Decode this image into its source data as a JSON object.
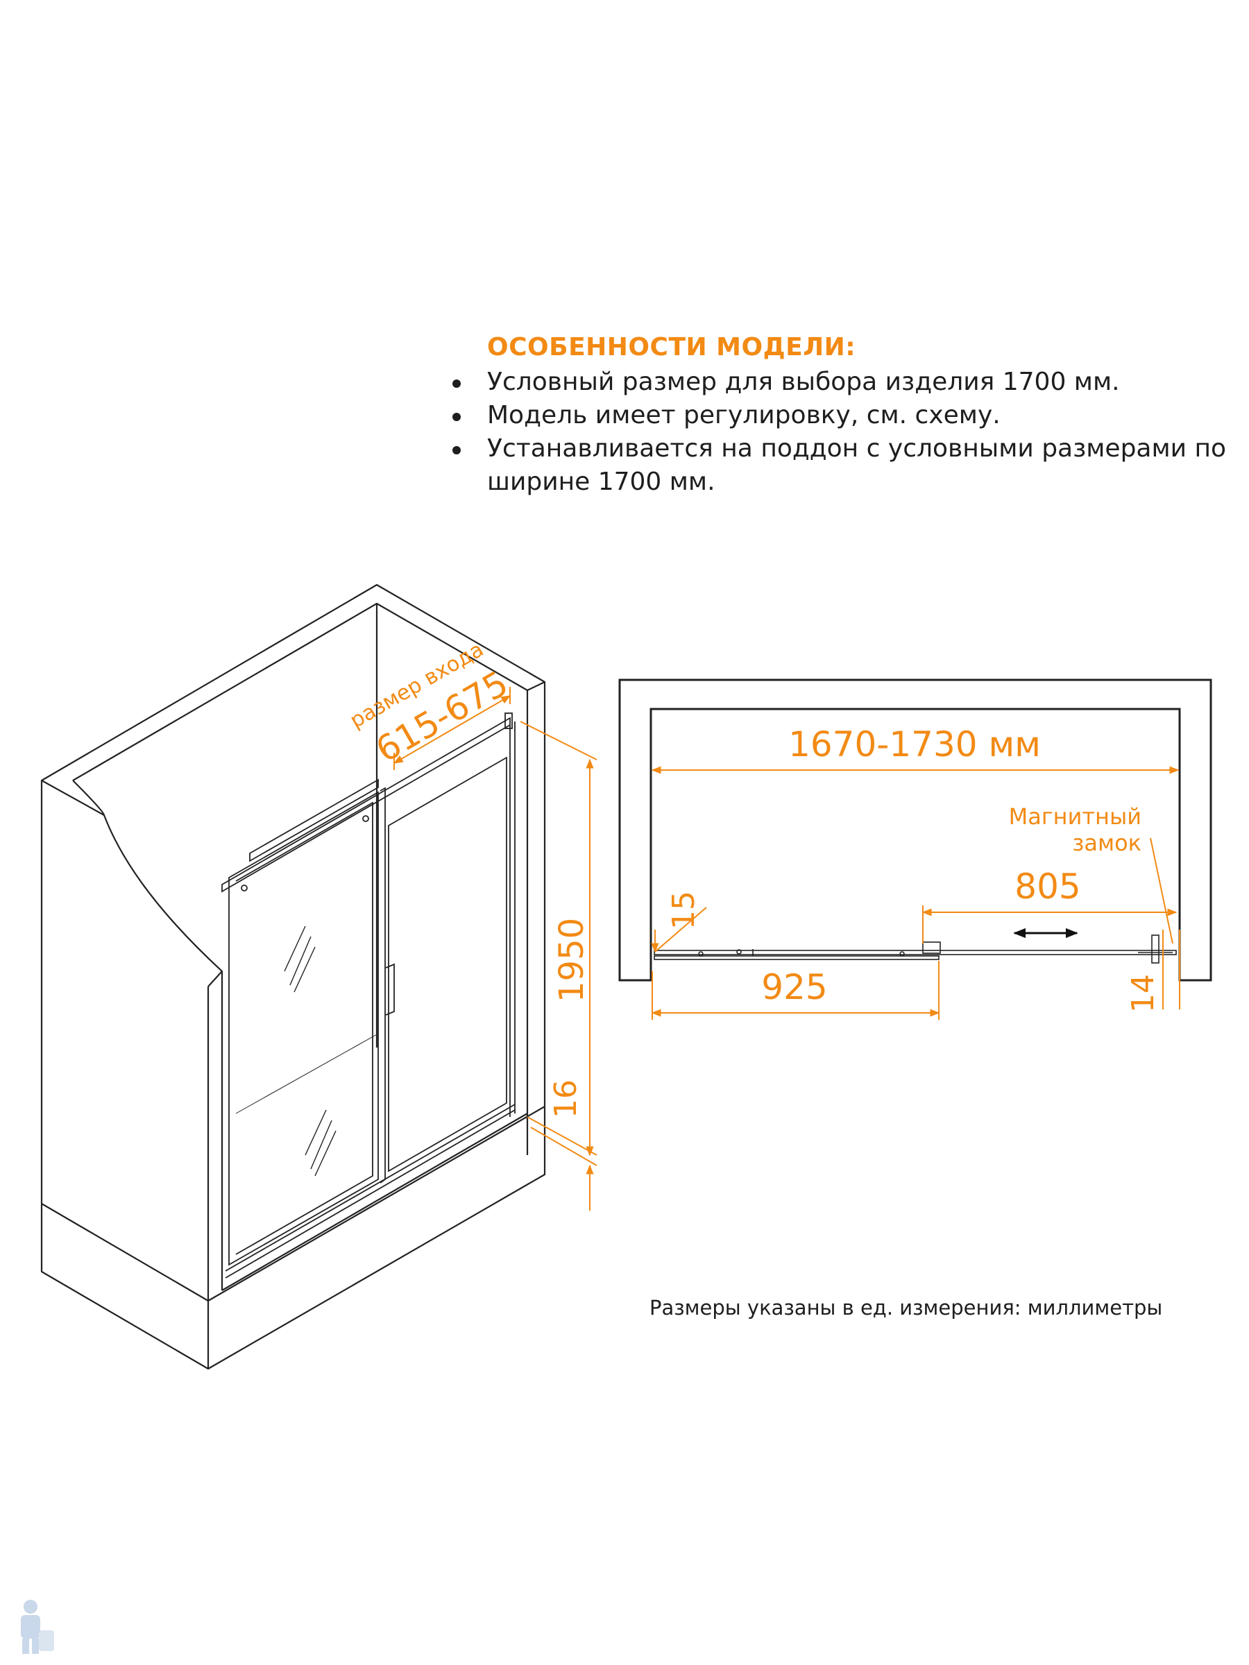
{
  "features": {
    "title": "ОСОБЕННОСТИ МОДЕЛИ:",
    "items": [
      "Условный размер для выбора изделия 1700 мм.",
      "Модель имеет регулировку, см. схему.",
      "Устанавливается на поддон с условными размерами по ширине 1700 мм."
    ]
  },
  "iso_view": {
    "entry_label": "размер входа",
    "entry_value": "615-675",
    "height_value": "1950",
    "base_value": "16"
  },
  "plan_view": {
    "width_value": "1670-1730 мм",
    "lock_label_line1": "Магнитный",
    "lock_label_line2": "замок",
    "travel_value": "805",
    "left_gap_value": "15",
    "fixed_panel_value": "925",
    "right_gap_value": "14"
  },
  "units_note": "Размеры указаны в ед. измерения: миллиметры",
  "colors": {
    "accent": "#f28a14",
    "line": "#222222"
  }
}
